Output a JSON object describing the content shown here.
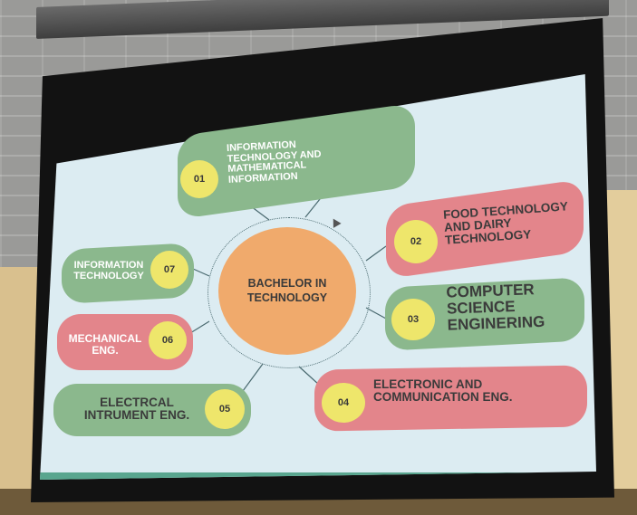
{
  "center": {
    "label": "BACHELOR IN TECHNOLOGY"
  },
  "items": [
    {
      "number": "01",
      "label": "INFORMATION TECHNOLOGY AND MATHEMATICAL INFORMATION",
      "color": "green"
    },
    {
      "number": "02",
      "label": "FOOD TECHNOLOGY AND DAIRY TECHNOLOGY",
      "color": "red"
    },
    {
      "number": "03",
      "label": "COMPUTER SCIENCE ENGINERING",
      "color": "green"
    },
    {
      "number": "04",
      "label": "ELECTRONIC AND COMMUNICATION ENG.",
      "color": "red"
    },
    {
      "number": "05",
      "label": "ELECTRCAL INTRUMENT ENG.",
      "color": "green"
    },
    {
      "number": "06",
      "label": "MECHANICAL ENG.",
      "color": "red"
    },
    {
      "number": "07",
      "label": "INFORMATION TECHNOLOGY",
      "color": "green"
    }
  ],
  "colors": {
    "green": "#8bb88d",
    "red": "#e3858b",
    "badge": "#eee66b",
    "center": "#f0aa6c",
    "slide": "#dcecf2"
  }
}
